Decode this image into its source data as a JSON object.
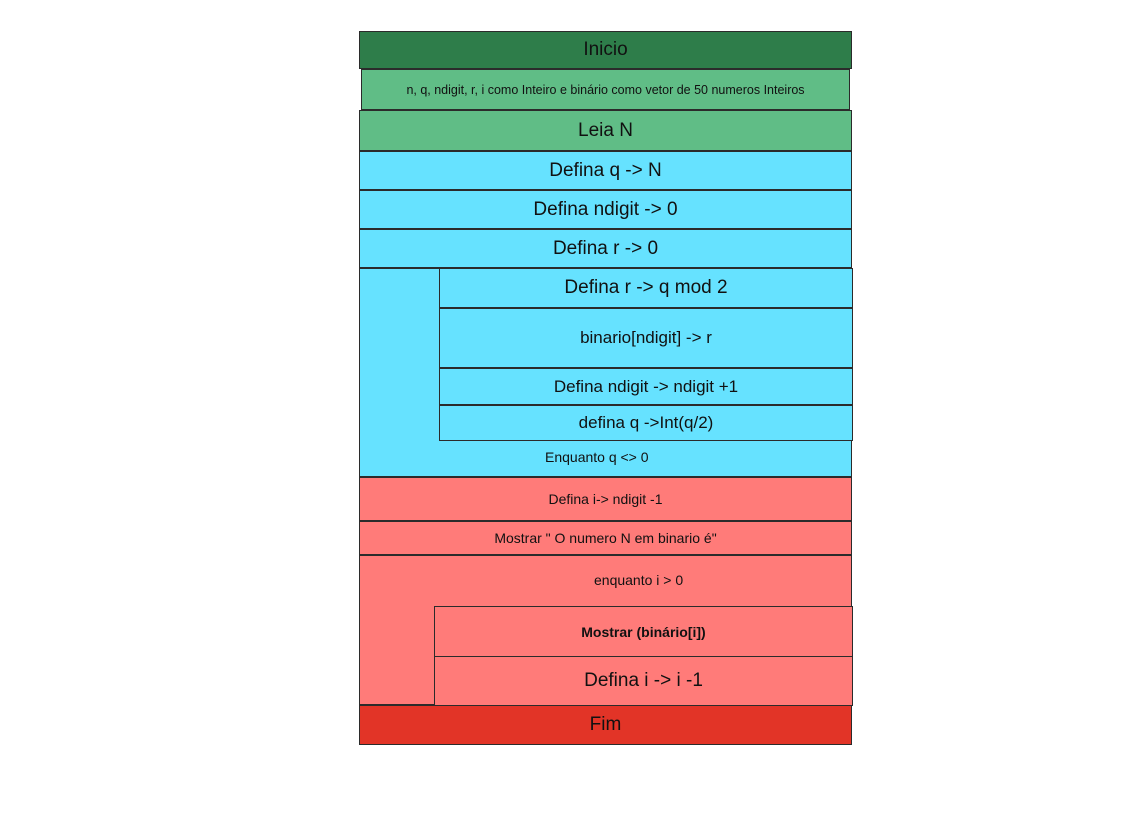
{
  "flowchart": {
    "inicio": "Inicio",
    "declaration": "n, q, ndigit, r, i como Inteiro e binário como vetor de 50 numeros Inteiros",
    "leia": "Leia N",
    "defina_q": "Defina q -> N",
    "defina_ndigit": "Defina ndigit -> 0",
    "defina_r": "Defina r -> 0",
    "loop1": {
      "steps": [
        "Defina r -> q mod 2",
        "binario[ndigit]  -> r",
        "Defina ndigit -> ndigit +1",
        "defina q ->Int(q/2)"
      ],
      "condition": "Enquanto q <> 0"
    },
    "defina_i": "Defina i-> ndigit -1",
    "mostrar_msg": "Mostrar  \" O numero N em binario é\"",
    "loop2": {
      "condition": "enquanto i > 0",
      "steps": [
        "Mostrar (binário[i])",
        "Defina i -> i -1"
      ]
    },
    "fim": "Fim"
  },
  "colors": {
    "dark_green": "#2e7d4a",
    "green": "#60bd86",
    "cyan": "#66e2ff",
    "salmon": "#ff7b79",
    "red": "#e23427"
  }
}
